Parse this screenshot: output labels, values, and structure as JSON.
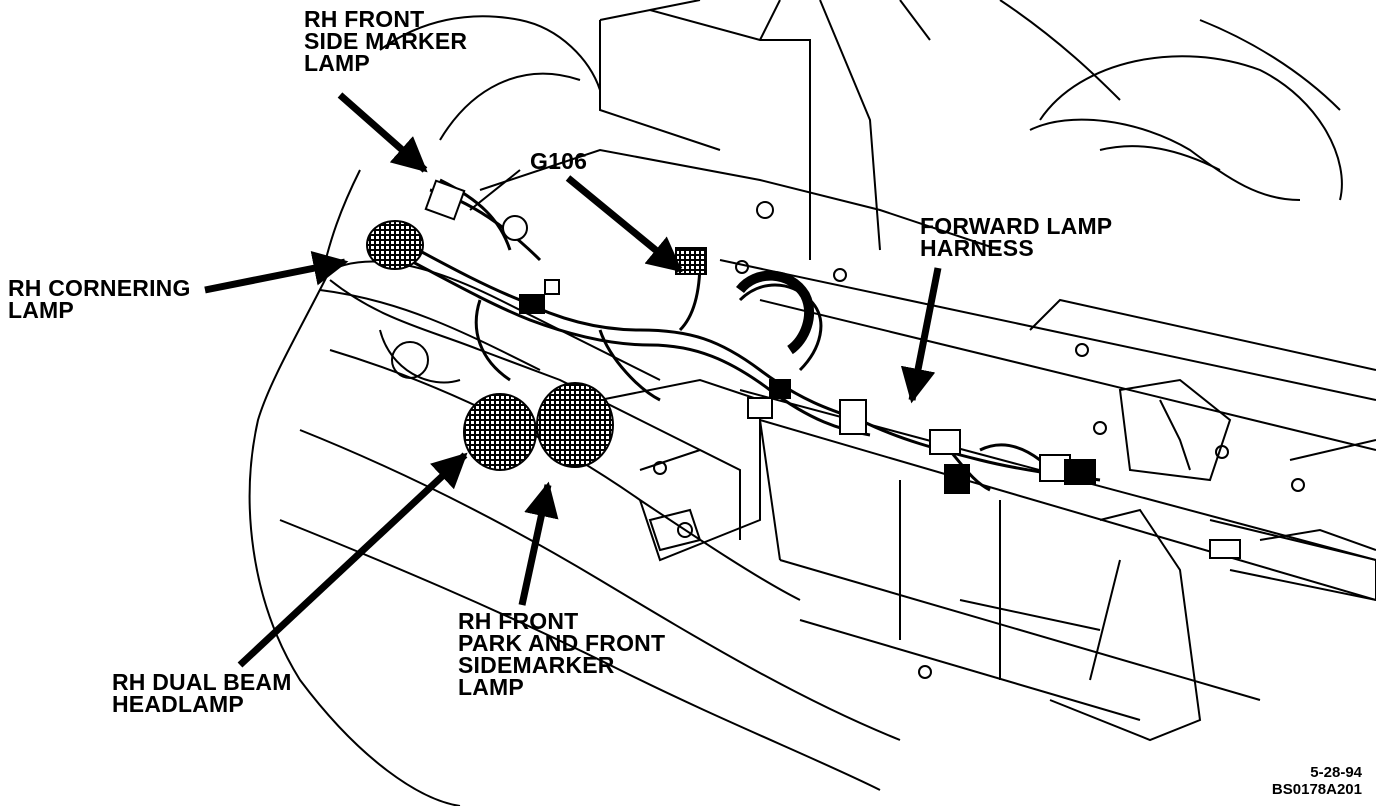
{
  "labels": {
    "side_marker": [
      "RH FRONT",
      "SIDE MARKER",
      "LAMP"
    ],
    "g106": "G106",
    "forward_harness": [
      "FORWARD LAMP",
      "HARNESS"
    ],
    "cornering": [
      "RH CORNERING",
      "LAMP"
    ],
    "park_sidemarker": [
      "RH FRONT",
      "PARK AND FRONT",
      "SIDEMARKER",
      "LAMP"
    ],
    "dual_beam": [
      "RH DUAL BEAM",
      "HEADLAMP"
    ]
  },
  "footer": {
    "date": "5-28-94",
    "figure_id": "BS0178A201"
  },
  "colors": {
    "ink": "#000000",
    "paper": "#ffffff"
  }
}
